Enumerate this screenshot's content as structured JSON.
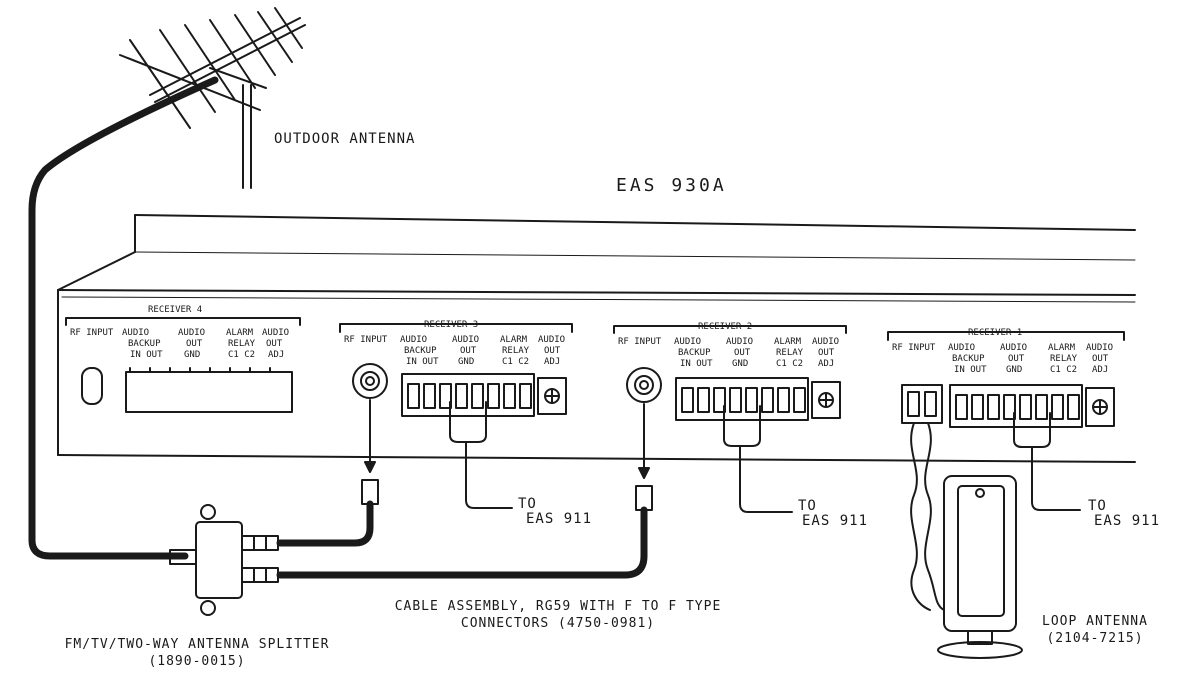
{
  "title": "EAS 930A",
  "outdoor_antenna": "OUTDOOR ANTENNA",
  "receivers": [
    {
      "name": "RECEIVER 4",
      "rf": "RF INPUT",
      "h1": "AUDIO",
      "h2": "AUDIO",
      "h3": "ALARM",
      "h4": "AUDIO",
      "s1": "BACKUP",
      "s2": "OUT",
      "s3": "RELAY",
      "s4": "OUT",
      "t1": "IN OUT",
      "t2": "GND",
      "t3": "C1 C2",
      "t4": "ADJ"
    },
    {
      "name": "RECEIVER 3",
      "rf": "RF INPUT",
      "h1": "AUDIO",
      "h2": "AUDIO",
      "h3": "ALARM",
      "h4": "AUDIO",
      "s1": "BACKUP",
      "s2": "OUT",
      "s3": "RELAY",
      "s4": "OUT",
      "t1": "IN OUT",
      "t2": "GND",
      "t3": "C1 C2",
      "t4": "ADJ"
    },
    {
      "name": "RECEIVER 2",
      "rf": "RF INPUT",
      "h1": "AUDIO",
      "h2": "AUDIO",
      "h3": "ALARM",
      "h4": "AUDIO",
      "s1": "BACKUP",
      "s2": "OUT",
      "s3": "RELAY",
      "s4": "OUT",
      "t1": "IN OUT",
      "t2": "GND",
      "t3": "C1 C2",
      "t4": "ADJ"
    },
    {
      "name": "RECEIVER 1",
      "rf": "RF INPUT",
      "h1": "AUDIO",
      "h2": "AUDIO",
      "h3": "ALARM",
      "h4": "AUDIO",
      "s1": "BACKUP",
      "s2": "OUT",
      "s3": "RELAY",
      "s4": "OUT",
      "t1": "IN OUT",
      "t2": "GND",
      "t3": "C1 C2",
      "t4": "ADJ"
    }
  ],
  "to_eas": {
    "to": "TO",
    "eas": "EAS 911"
  },
  "cable_assembly": {
    "line1": "CABLE ASSEMBLY, RG59 WITH F TO F TYPE",
    "line2": "CONNECTORS (4750-0981)"
  },
  "splitter": {
    "line1": "FM/TV/TWO-WAY ANTENNA SPLITTER",
    "line2": "(1890-0015)"
  },
  "loop_antenna": {
    "line1": "LOOP ANTENNA",
    "line2": "(2104-7215)"
  }
}
